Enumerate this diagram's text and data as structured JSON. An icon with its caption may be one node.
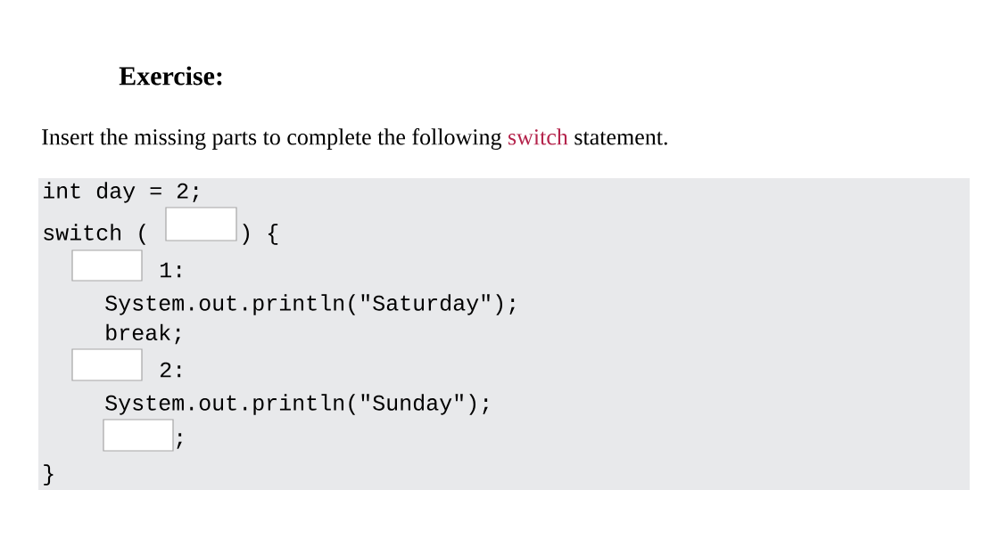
{
  "diagram": {
    "title": "Exercise:",
    "labels": [
      "Insert the missing parts to complete the following",
      "switch",
      "statement.",
      "int day = 2;",
      "switch (",
      ") {",
      "1:",
      "System.out.println(\"Saturday\");",
      "break;",
      "2:",
      "System.out.println(\"Sunday\");",
      ";",
      "}"
    ]
  }
}
